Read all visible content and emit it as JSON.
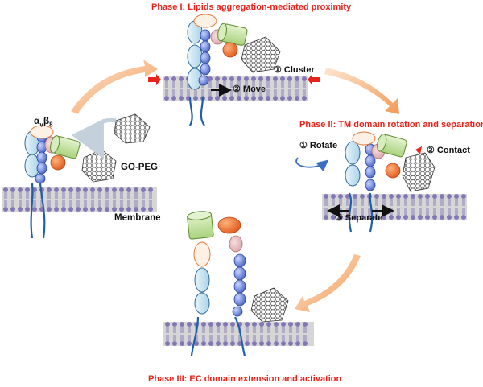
{
  "phases": {
    "phase1": "Phase I: Lipids aggregation-mediated proximity",
    "phase2": "Phase II: TM domain rotation and separation",
    "phase3": "Phase III: EC domain extension and activation"
  },
  "steps": {
    "cluster": "① Cluster",
    "move": "② Move",
    "rotate": "① Rotate",
    "contact": "② Contact",
    "separate": "③ Separate"
  },
  "labels": {
    "integrin_alpha": "α",
    "integrin_alpha_sub": "v",
    "integrin_beta": "β",
    "integrin_beta_sub": "8",
    "go_peg": "GO-PEG",
    "membrane": "Membrane"
  },
  "colors": {
    "phase_text": "#e8231b",
    "membrane_fill": "#d6d6d6",
    "lipid": "#8478b4",
    "alpha_leg": "#c8e4f0",
    "beta_leg": "#6a86d8",
    "headpiece_green": "#c8e6a6",
    "headpiece_orange": "#f07436",
    "arrow_orange": "#f5b27a",
    "red_arrow": "#e8231b"
  }
}
